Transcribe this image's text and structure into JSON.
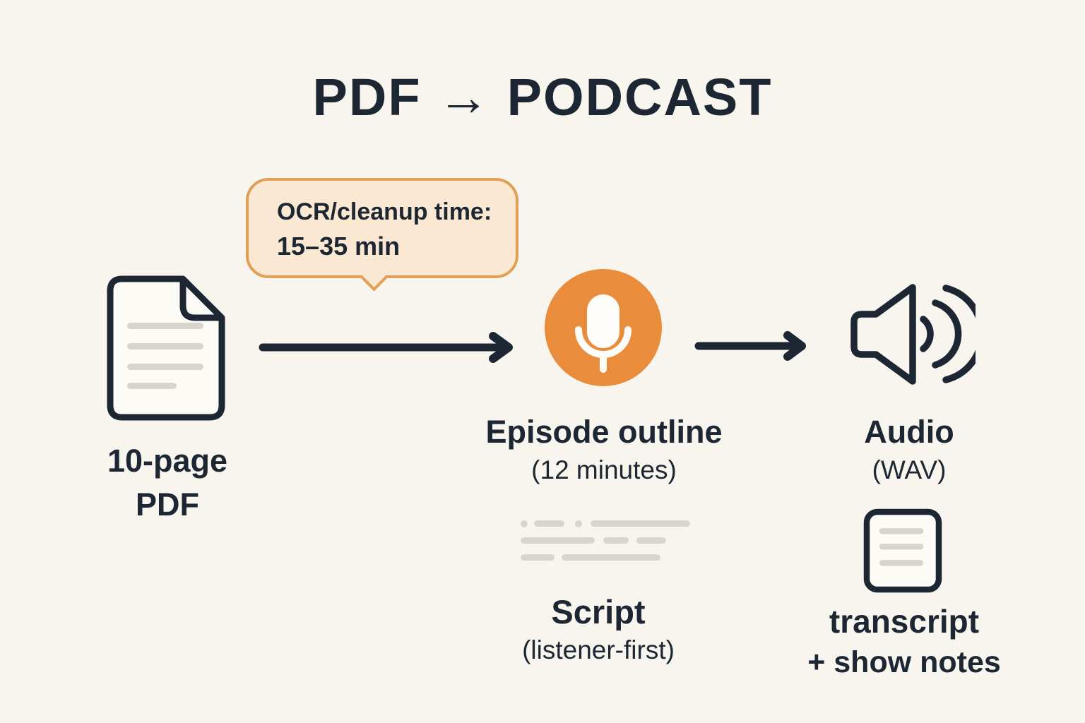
{
  "title": "PDF → PODCAST",
  "callout": {
    "line1": "OCR/cleanup time:",
    "line2": "15–35 min"
  },
  "stage_pdf": {
    "label_line1": "10-page",
    "label_line2": "PDF"
  },
  "stage_outline": {
    "title": "Episode outline",
    "subtitle": "(12 minutes)"
  },
  "stage_script": {
    "title": "Script",
    "subtitle": "(listener-first)"
  },
  "stage_audio": {
    "title": "Audio",
    "subtitle": "(WAV)"
  },
  "stage_transcript": {
    "title": "transcript",
    "subtitle": "+ show notes"
  },
  "icons": {
    "pdf": "document-icon",
    "outline": "microphone-icon",
    "audio": "speaker-icon",
    "transcript": "note-icon",
    "flow": "arrow-right-icon"
  },
  "colors": {
    "background": "#f8f5ee",
    "ink": "#1d2733",
    "accent_orange": "#e98c3c",
    "callout_fill": "#fae8d2",
    "callout_border": "#e0a057",
    "placeholder_gray": "#d8d5ce"
  }
}
